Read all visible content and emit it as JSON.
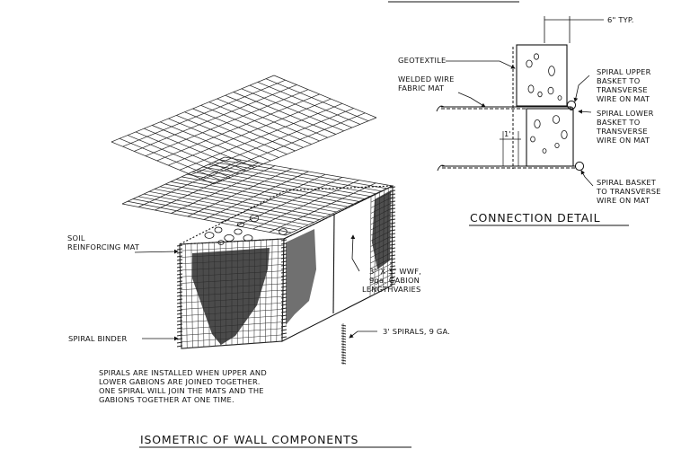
{
  "connection_detail": {
    "title": "CONNECTION DETAIL",
    "labels": {
      "typ": "6\" TYP.",
      "geotextile": "GEOTEXTILE",
      "mat_1": "WELDED WIRE",
      "mat_2": "FABRIC MAT",
      "upper_1": "SPIRAL UPPER",
      "upper_2": "BASKET TO",
      "upper_3": "TRANSVERSE",
      "upper_4": "WIRE ON MAT",
      "lower_1": "SPIRAL LOWER",
      "lower_2": "BASKET TO",
      "lower_3": "TRANSVERSE",
      "lower_4": "WIRE ON MAT",
      "basket_1": "SPIRAL BASKET",
      "basket_2": "TO TRANSVERSE",
      "basket_3": "WIRE ON MAT",
      "one_ft": "1'"
    }
  },
  "isometric": {
    "title": "ISOMETRIC OF WALL COMPONENTS",
    "labels": {
      "soil_1": "SOIL",
      "soil_2": "REINFORCING MAT",
      "wwf_1": "3\" X 3\" WWF,",
      "wwf_2": "9ga. GABION",
      "wwf_3": "LENGTHVARIES",
      "binder": "SPIRAL BINDER",
      "spirals": "3' SPIRALS, 9 GA."
    },
    "note": [
      "SPIRALS ARE INSTALLED WHEN UPPER AND",
      "LOWER GABIONS ARE JOINED TOGETHER.",
      "ONE SPIRAL WILL JOIN THE MATS AND THE",
      "GABIONS TOGETHER AT ONE TIME."
    ]
  }
}
